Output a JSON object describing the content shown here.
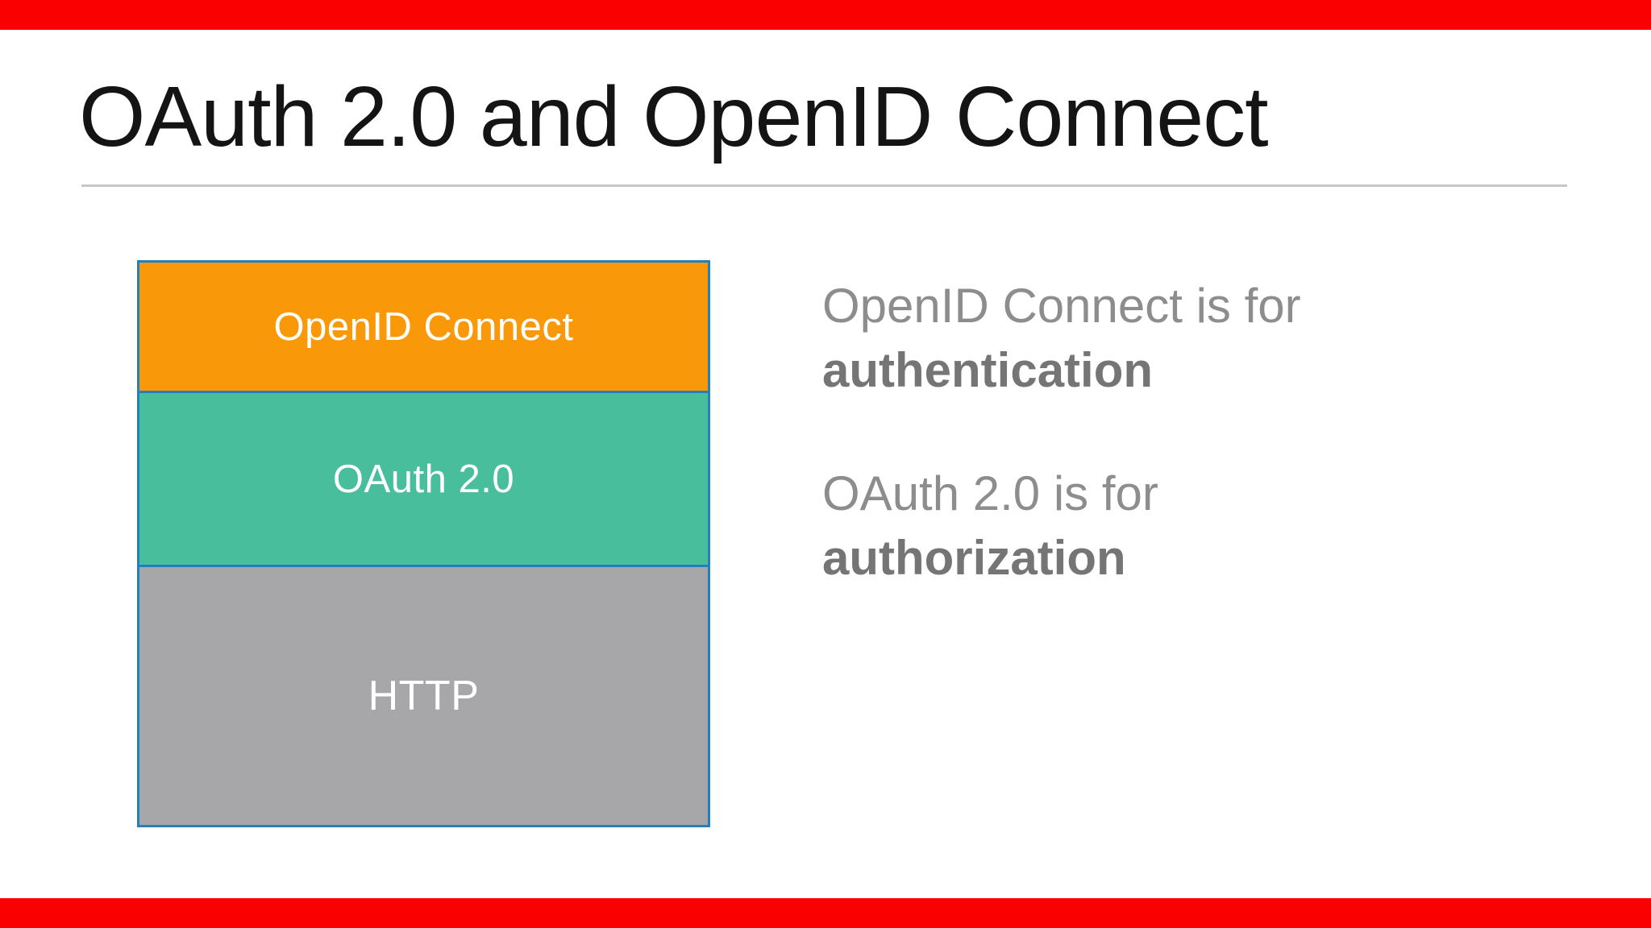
{
  "frame": {
    "letterbox_color": "#fb0000",
    "background_color": "#ffffff"
  },
  "slide": {
    "title": "OAuth 2.0 and OpenID Connect",
    "divider_color": "#c7c7c7",
    "stack": {
      "border_color": "#2480bd",
      "layers": [
        {
          "label": "OpenID Connect",
          "color": "#f9990a",
          "text_color": "#ffffff"
        },
        {
          "label": "OAuth 2.0",
          "color": "#49be9d",
          "text_color": "#ffffff"
        },
        {
          "label": "HTTP",
          "color": "#a7a7a9",
          "text_color": "#ffffff"
        }
      ]
    },
    "annotations": [
      {
        "lead": "OpenID Connect is for",
        "emphasis": "authentication"
      },
      {
        "lead": "OAuth 2.0 is for",
        "emphasis": "authorization"
      }
    ],
    "text_colors": {
      "title": "#141414",
      "annotation_regular": "#8d8d8d",
      "annotation_bold": "#757575"
    }
  }
}
